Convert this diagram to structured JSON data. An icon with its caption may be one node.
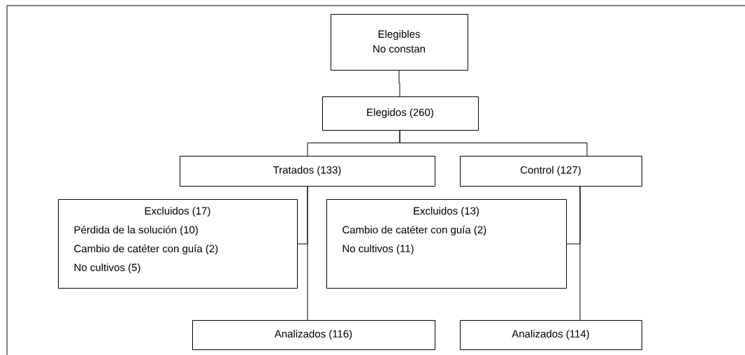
{
  "diagram": {
    "nodes": [
      {
        "text": [
          "Elegibles",
          "No constan"
        ]
      },
      {
        "text": [
          "Elegidos (260)"
        ]
      },
      {
        "text": [
          "Tratados (133)"
        ]
      },
      {
        "text": [
          "Control (127)"
        ]
      },
      {
        "text": [
          "Excluidos (17)",
          "Pérdida de la solución (10)",
          "Cambio de catéter con guía (2)",
          "No cultivos (5)"
        ]
      },
      {
        "text": [
          "Excluidos (13)",
          "Cambio de catéter con guía (2)",
          "No cultivos (11)"
        ]
      },
      {
        "text": [
          "Analizados (116)"
        ]
      },
      {
        "text": [
          "Analizados (114)"
        ]
      }
    ],
    "edges": [
      {
        "from": 0,
        "to": 1,
        "arrow": "none"
      },
      {
        "from": 1,
        "to": 2,
        "arrow": "none"
      },
      {
        "from": 1,
        "to": 3,
        "arrow": "none"
      },
      {
        "from": 2,
        "to": 4,
        "arrow": "none"
      },
      {
        "from": 2,
        "to": 6,
        "arrow": "none"
      },
      {
        "from": 3,
        "to": 5,
        "arrow": "none"
      },
      {
        "from": 3,
        "to": 7,
        "arrow": "none"
      }
    ]
  }
}
